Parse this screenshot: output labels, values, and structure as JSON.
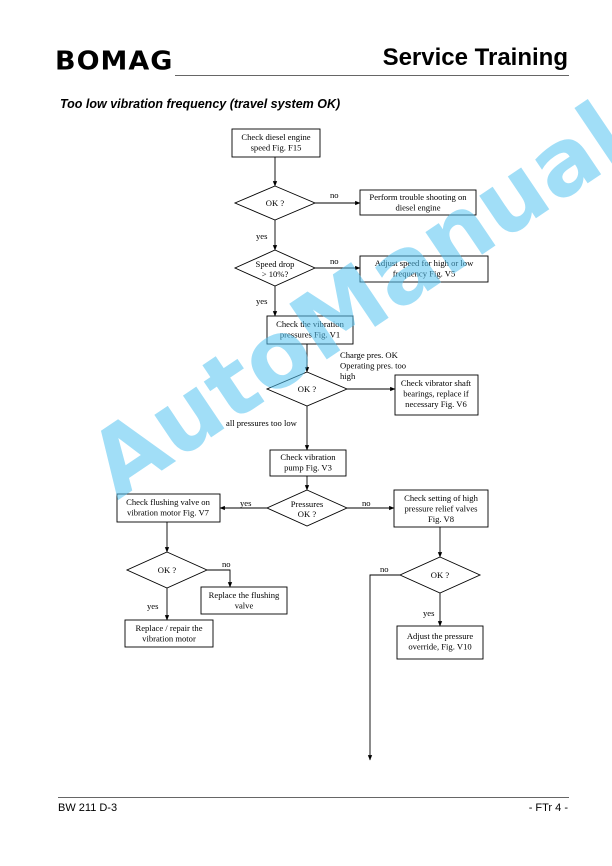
{
  "header": {
    "logo": "BOMAG",
    "title": "Service Training",
    "subtitle": "Too low vibration frequency (travel system OK)"
  },
  "footer": {
    "left": "BW 211 D-3",
    "right": "- FTr 4 -"
  },
  "watermark": "AutoManual",
  "flow": {
    "box_check_engine": [
      "Check diesel engine",
      "speed Fig. F15"
    ],
    "d_ok1": "OK ?",
    "lbl_no1": "no",
    "box_trouble": [
      "Perform trouble shooting on",
      "diesel engine"
    ],
    "lbl_yes1": "yes",
    "d_speed": [
      "Speed drop",
      "> 10%?"
    ],
    "lbl_no2": "no",
    "box_adjust_speed": [
      "Adjust speed for high or low",
      "frequency Fig. V5"
    ],
    "lbl_yes2": "yes",
    "box_vib_press": [
      "Check the vibration",
      "pressures Fig. V1"
    ],
    "lbl_charge": [
      "Charge pres. OK",
      "Operating pres. too",
      "high"
    ],
    "d_ok2": "OK ?",
    "box_bearings": [
      "Check vibrator shaft",
      "bearings, replace if",
      "necessary Fig. V6"
    ],
    "lbl_all_low": "all pressures too  low",
    "box_pump": [
      "Check vibration",
      "pump Fig. V3"
    ],
    "d_press": [
      "Pressures",
      "OK ?"
    ],
    "lbl_yes3": "yes",
    "lbl_no3": "no",
    "box_flush_valve": [
      "Check flushing valve on",
      "vibration motor Fig. V7"
    ],
    "box_relief": [
      "Check setting of high",
      "pressure relief valves",
      "Fig. V8"
    ],
    "d_ok3": "OK ?",
    "lbl_no4": "no",
    "box_replace_flush": [
      "Replace the flushing",
      "valve"
    ],
    "lbl_yes4": "yes",
    "box_replace_motor": [
      "Replace / repair the",
      "vibration motor"
    ],
    "d_ok4": "OK ?",
    "lbl_no5": "no",
    "lbl_yes5": "yes",
    "box_override": [
      "Adjust the pressure",
      "override, Fig. V10"
    ]
  }
}
